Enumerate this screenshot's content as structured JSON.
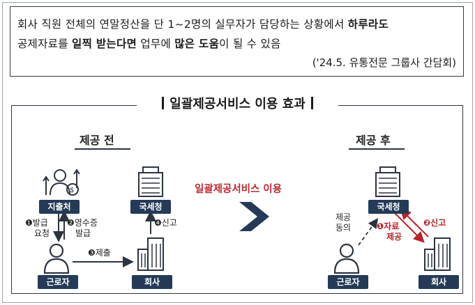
{
  "quote": {
    "line1_a": "회사 직원 전체의 연말정산을 단 1~2명의 실무자가 담당하는 상황에서 ",
    "line1_b": "하루라도",
    "line2_a": "공제자료를 ",
    "line2_b": "일찍 받는다면",
    "line2_c": " 업무에 ",
    "line2_d": "많은 도움",
    "line2_e": "이 될 수 있음",
    "source": "('24.5. 유통전문 그룹사 간담회)"
  },
  "panel": {
    "title": "일괄제공서비스 이용 효과",
    "before_label": "제공 전",
    "after_label": "제공 후",
    "service_label": "일괄제공서비스 이용"
  },
  "before": {
    "payer": "지출처",
    "nts": "국세청",
    "worker": "근로자",
    "company": "회사",
    "step1_a": "❶발급",
    "step1_b": "요청",
    "step2_a": "❷영수증",
    "step2_b": "발급",
    "step3": "❸제출",
    "step4": "❹신고"
  },
  "after": {
    "nts": "국세청",
    "worker": "근로자",
    "company": "회사",
    "consent_a": "제공",
    "consent_b": "동의",
    "step1_a": "❶자료",
    "step1_b": "제공",
    "step2": "❷신고"
  },
  "icons": [
    "money-person-icon",
    "building-icon",
    "worker-icon",
    "company-building-icon",
    "chevron-right-icon"
  ],
  "colors": {
    "navy": "#243a57",
    "red": "#b3262b",
    "border": "#2b3440"
  }
}
